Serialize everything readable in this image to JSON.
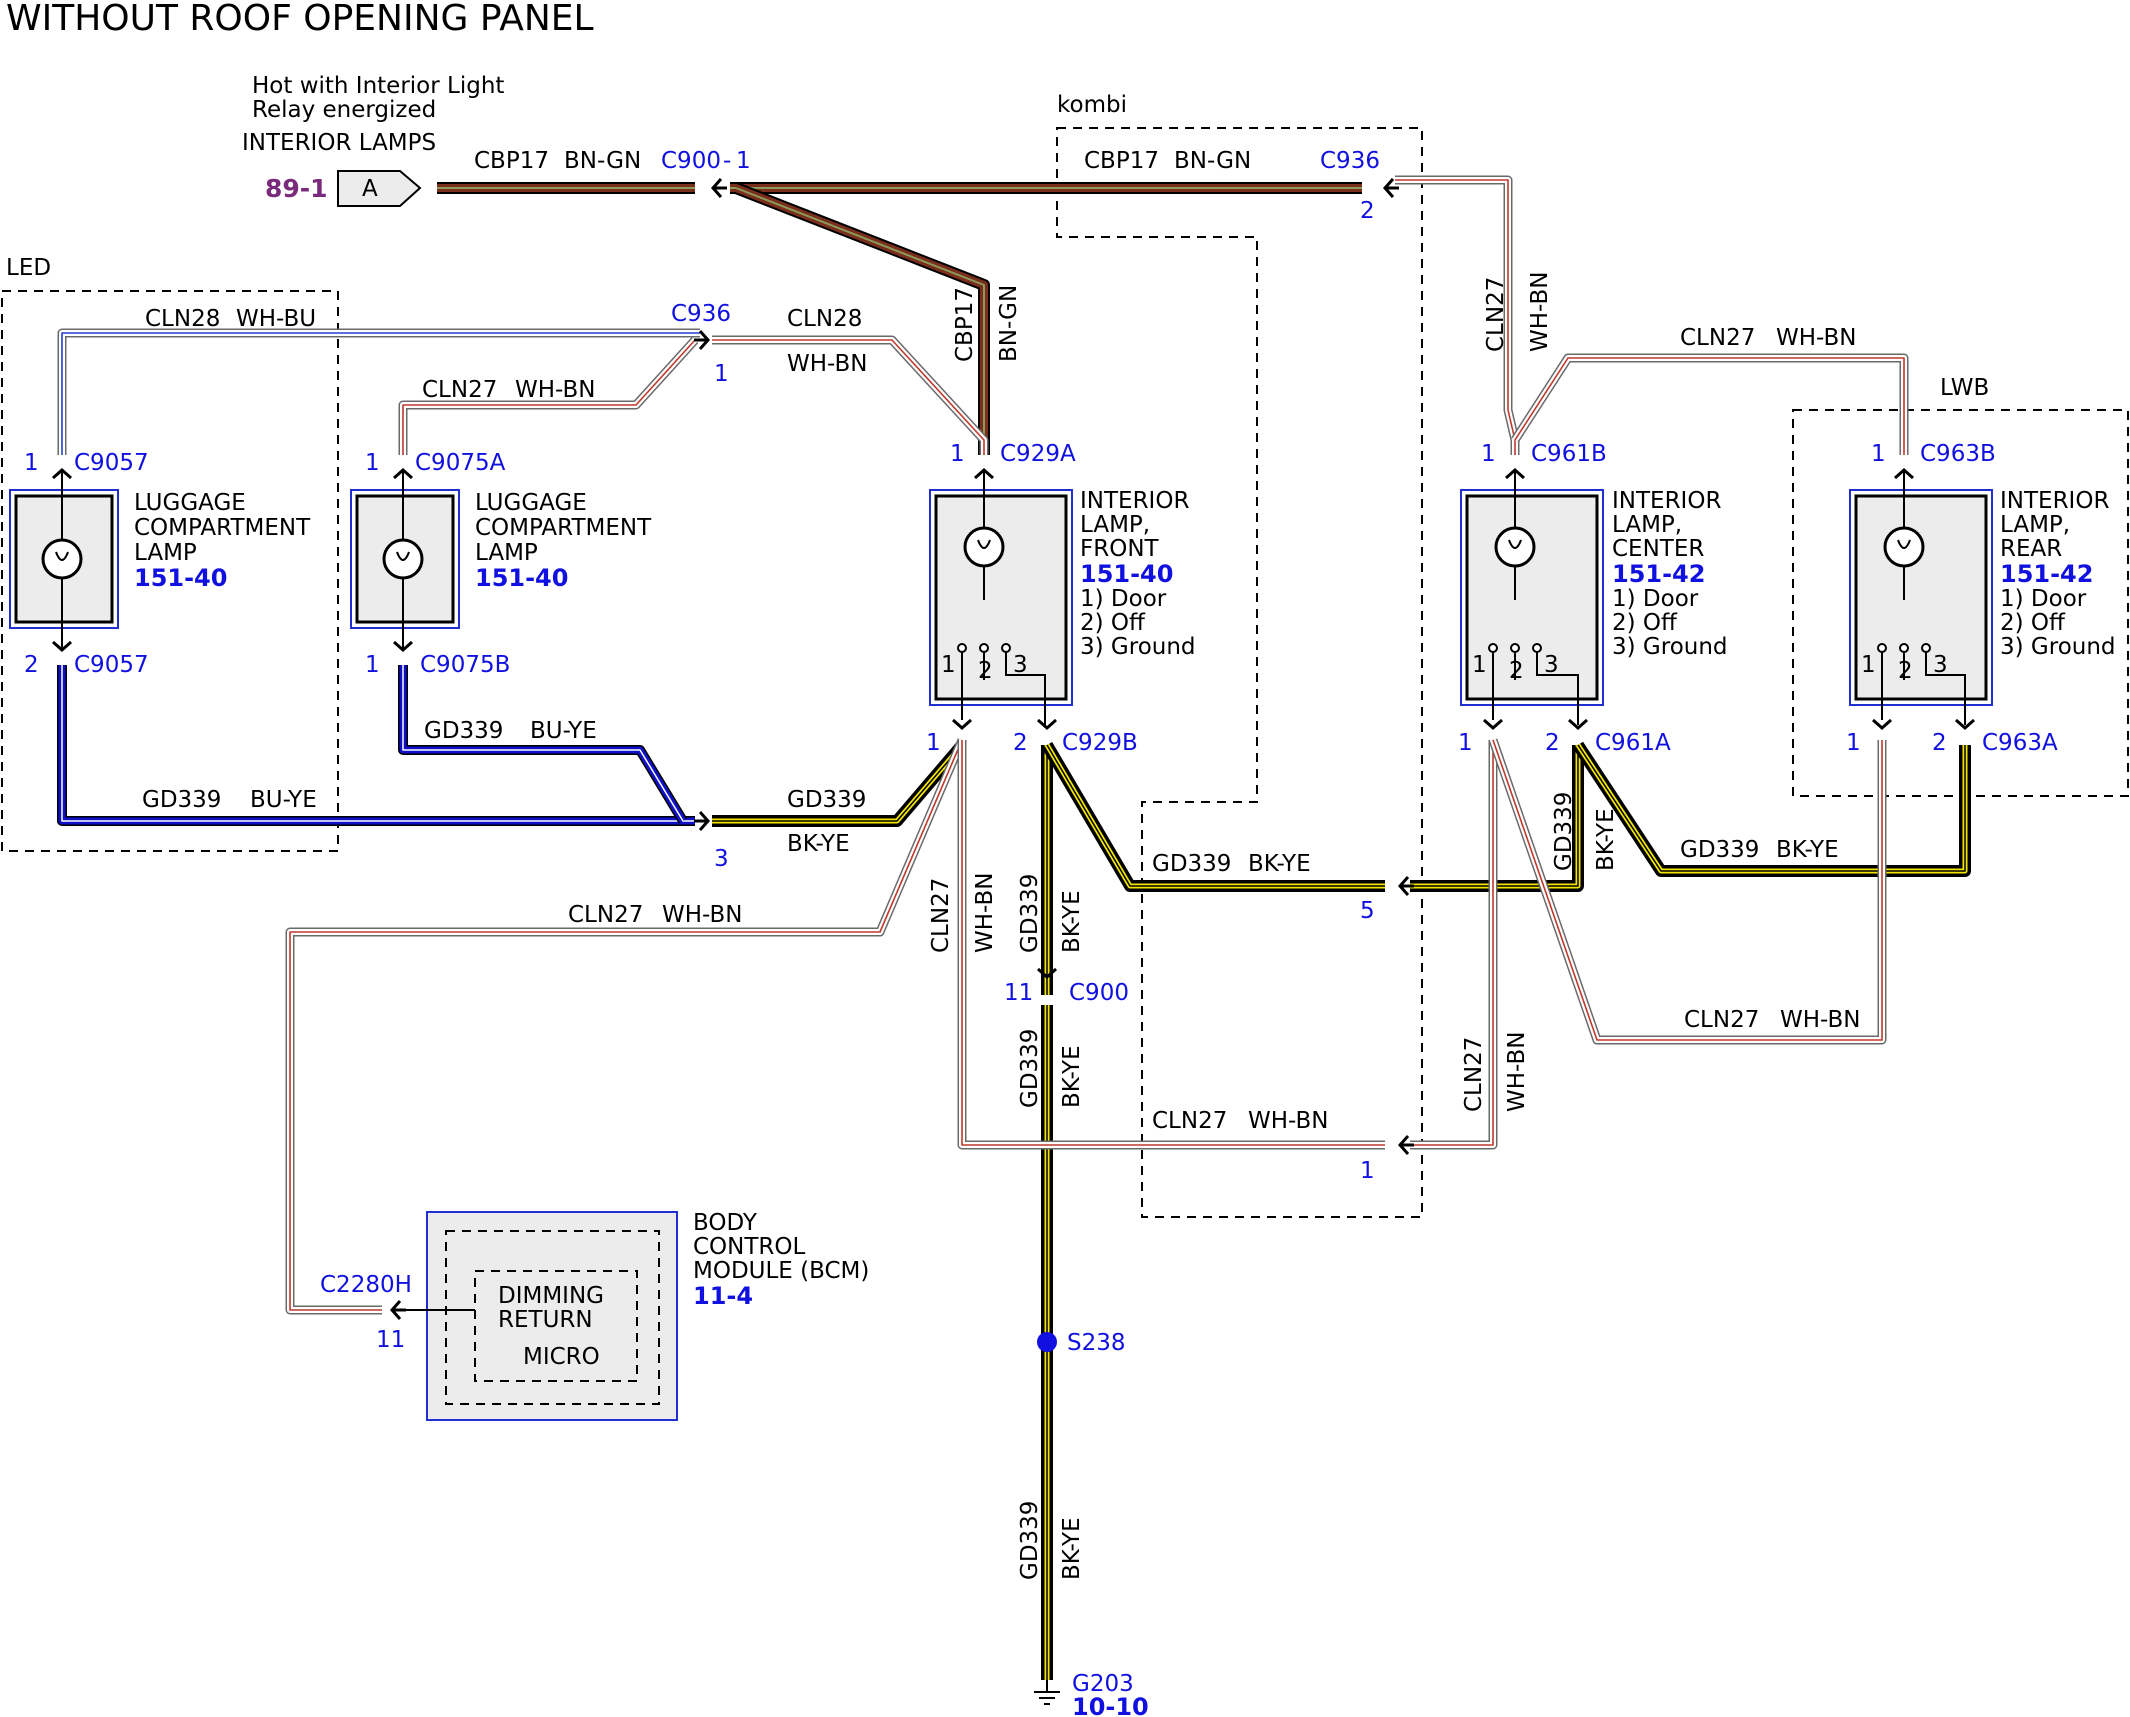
{
  "title": "WITHOUT ROOF OPENING PANEL",
  "source": {
    "line1": "Hot with Interior Light",
    "line2": "Relay energized",
    "line3": "INTERIOR LAMPS",
    "ref": "89-1",
    "flag": "A"
  },
  "regions": {
    "led": "LED",
    "kombi": "kombi",
    "lwb": "LWB"
  },
  "circuits": {
    "cbp17": "CBP17",
    "bn_gn": "BN-GN",
    "cln28": "CLN28",
    "wh_bu": "WH-BU",
    "cln27": "CLN27",
    "wh_bn": "WH-BN",
    "gd339": "GD339",
    "bu_ye": "BU-YE",
    "bk_ye": "BK-YE"
  },
  "connectors": {
    "c900": "C900",
    "c900_pin": "1",
    "c900_11": "11",
    "c936": "C936",
    "c9057": "C9057",
    "c9075a": "C9075A",
    "c9075b": "C9075B",
    "c929a": "C929A",
    "c929b": "C929B",
    "c961b": "C961B",
    "c961a": "C961A",
    "c963b": "C963B",
    "c963a": "C963A",
    "c2280h": "C2280H",
    "s238": "S238",
    "g203": "G203"
  },
  "pins": {
    "p1": "1",
    "p2": "2",
    "p3": "3",
    "p5": "5",
    "p11": "11"
  },
  "components": {
    "luggage1": {
      "line1": "LUGGAGE",
      "line2": "COMPARTMENT",
      "line3": "LAMP",
      "ref": "151-40"
    },
    "luggage2": {
      "line1": "LUGGAGE",
      "line2": "COMPARTMENT",
      "line3": "LAMP",
      "ref": "151-40"
    },
    "front": {
      "line1": "INTERIOR",
      "line2": "LAMP,",
      "line3": "FRONT",
      "ref": "151-40",
      "opt1": "1) Door",
      "opt2": "2) Off",
      "opt3": "3) Ground"
    },
    "center": {
      "line1": "INTERIOR",
      "line2": "LAMP,",
      "line3": "CENTER",
      "ref": "151-42",
      "opt1": "1) Door",
      "opt2": "2) Off",
      "opt3": "3) Ground"
    },
    "rear": {
      "line1": "INTERIOR",
      "line2": "LAMP,",
      "line3": "REAR",
      "ref": "151-42",
      "opt1": "1) Door",
      "opt2": "2) Off",
      "opt3": "3) Ground"
    },
    "bcm": {
      "line1": "BODY",
      "line2": "CONTROL",
      "line3": "MODULE (BCM)",
      "ref": "11-4",
      "inner1": "DIMMING",
      "inner2": "RETURN",
      "inner3": "MICRO"
    }
  },
  "ground_ref": "10-10",
  "colors": {
    "bn_gn_fill": "#7a2e1c",
    "bn_gn_stripe": "#8a9a5a",
    "wh_bn_stripe": "#c0392b",
    "wh_bu_stripe": "#2040d0",
    "bu_ye_fill": "#1010c8",
    "bk_ye_stripe": "#f2e600",
    "label_blue": "#1010e0",
    "ref_purple": "#7a2a7a"
  }
}
